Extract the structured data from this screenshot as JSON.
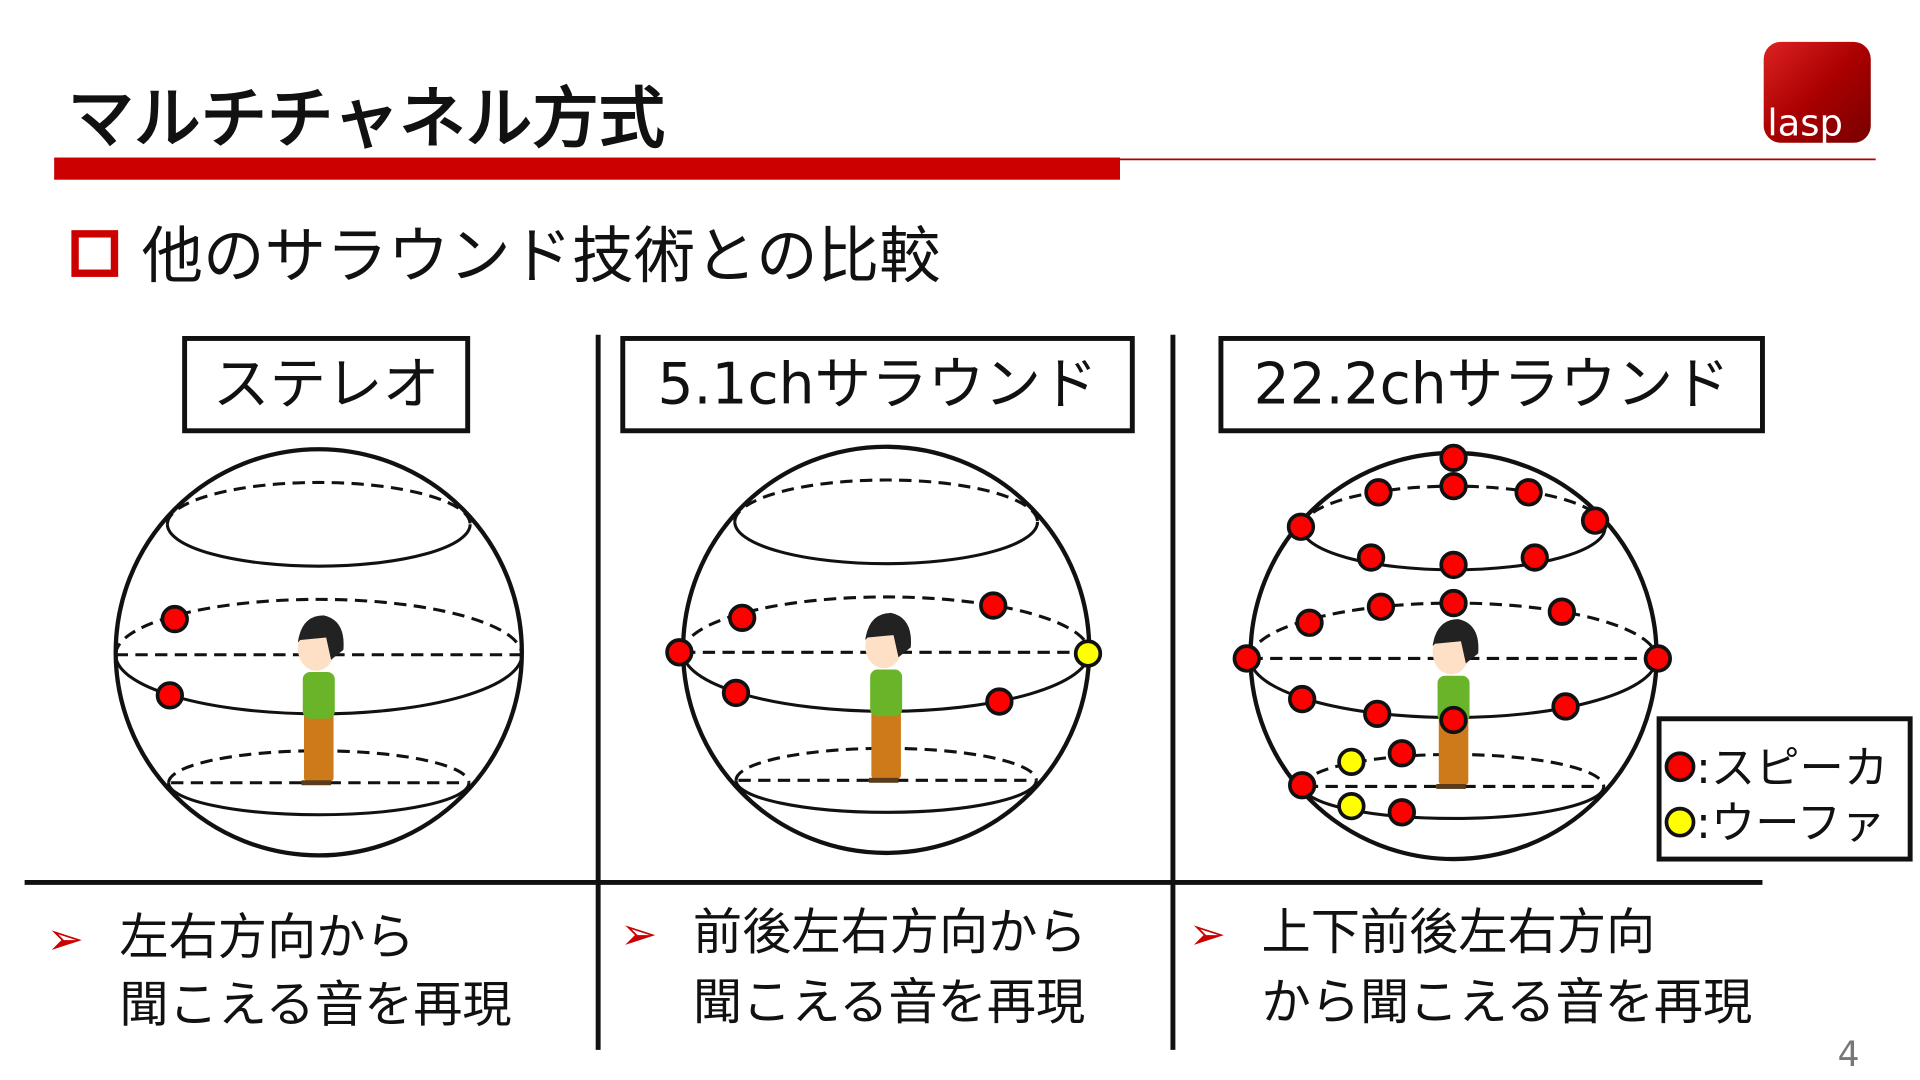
{
  "slide": {
    "title": "マルチチャネル方式",
    "subtitle": "他のサラウンド技術との比較",
    "logo_text": "lasp",
    "page_number": "4",
    "accent_color": "#cc0000"
  },
  "columns": [
    {
      "label": "ステレオ",
      "desc": [
        "左右方向から",
        "聞こえる音を再現"
      ]
    },
    {
      "label": "5.1chサラウンド",
      "desc": [
        "前後左右方向から",
        "聞こえる音を再現"
      ]
    },
    {
      "label": "22.2chサラウンド",
      "desc": [
        "上下前後左右方向",
        "から聞こえる音を再現"
      ]
    }
  ],
  "legend": {
    "speaker": ":スピーカ",
    "woofer": ":ウーファ",
    "speaker_color": "#ff0000",
    "woofer_color": "#ffff00"
  }
}
